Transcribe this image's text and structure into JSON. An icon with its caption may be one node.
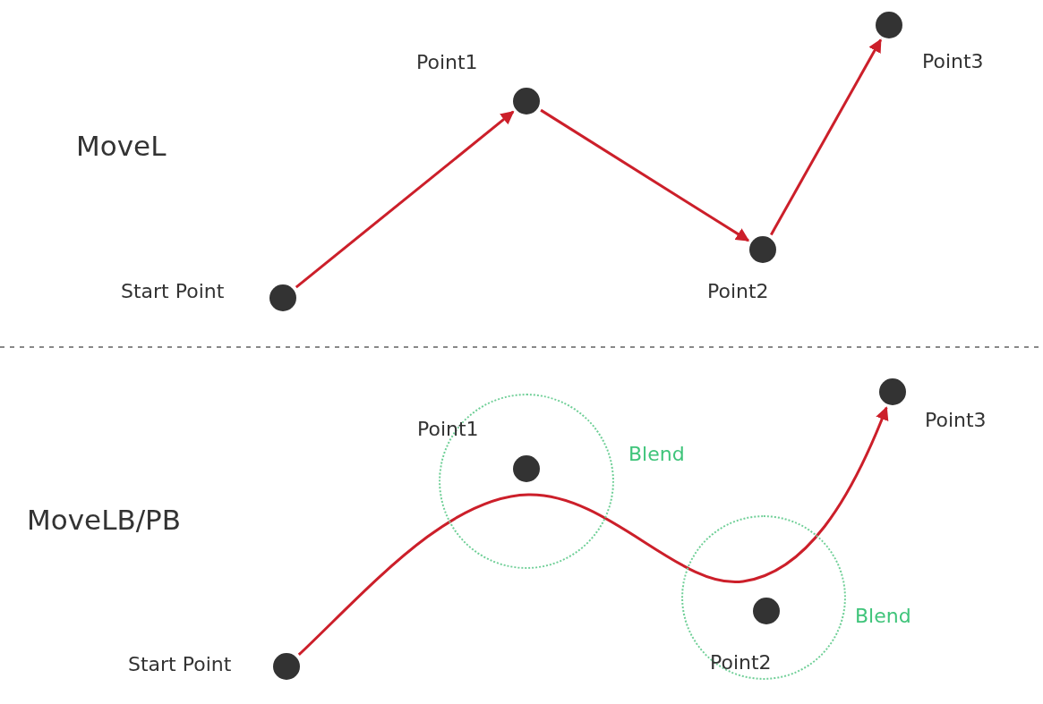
{
  "diagram": {
    "nodes": [
      {
        "text": [],
        "shape": "circle",
        "beside": [
          "Start Point"
        ]
      },
      {
        "text": [],
        "shape": "circle",
        "beside": [
          "Point1"
        ]
      },
      {
        "text": [],
        "shape": "circle",
        "beside": [
          "Point2"
        ]
      },
      {
        "text": [],
        "shape": "circle",
        "beside": [
          "Point3"
        ]
      },
      {
        "text": [],
        "shape": "circle",
        "beside": [
          "Start Point"
        ]
      },
      {
        "text": [],
        "shape": "circle",
        "beside": [
          "Blend"
        ]
      },
      {
        "text": [],
        "shape": "circle",
        "beside": [
          "Point1"
        ],
        "in": 5
      },
      {
        "text": [],
        "shape": "circle",
        "beside": [
          "Blend"
        ]
      },
      {
        "text": [],
        "shape": "circle",
        "beside": [
          "Point2"
        ],
        "in": 7
      },
      {
        "text": [],
        "shape": "circle",
        "beside": [
          "Point3"
        ]
      }
    ],
    "edges": [
      {
        "from": 0,
        "to": 1,
        "arrow": "to"
      },
      {
        "from": 1,
        "to": 2,
        "arrow": "to"
      },
      {
        "from": 2,
        "to": 3,
        "arrow": "to"
      },
      {
        "from": 4,
        "to": 9,
        "arrow": "to"
      }
    ],
    "labels": [
      "MoveL",
      "MoveLB/PB"
    ]
  }
}
